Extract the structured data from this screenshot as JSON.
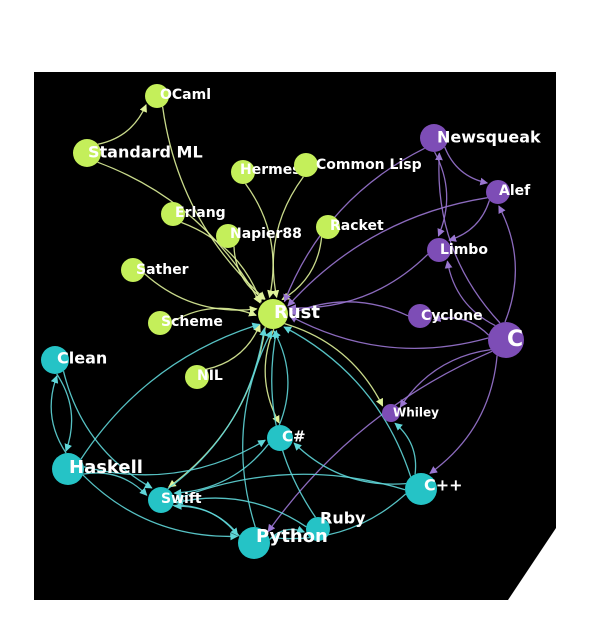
{
  "colors": {
    "background": "#000000",
    "page": "#ffffff",
    "lime": "#c4ef5a",
    "teal": "#25c3c6",
    "purple": "#7d4db6",
    "edge_lime": "#dff29a",
    "edge_teal": "#5fd6d8",
    "edge_purple": "#9a76d1",
    "label": "#ffffff"
  },
  "nodes": [
    {
      "id": "ocaml",
      "label": "OCaml",
      "group": "lime"
    },
    {
      "id": "standard-ml",
      "label": "Standard ML",
      "group": "lime"
    },
    {
      "id": "hermes",
      "label": "Hermes",
      "group": "lime"
    },
    {
      "id": "common-lisp",
      "label": "Common Lisp",
      "group": "lime"
    },
    {
      "id": "erlang",
      "label": "Erlang",
      "group": "lime"
    },
    {
      "id": "napier88",
      "label": "Napier88",
      "group": "lime"
    },
    {
      "id": "racket",
      "label": "Racket",
      "group": "lime"
    },
    {
      "id": "sather",
      "label": "Sather",
      "group": "lime"
    },
    {
      "id": "rust",
      "label": "Rust",
      "group": "lime"
    },
    {
      "id": "scheme",
      "label": "Scheme",
      "group": "lime"
    },
    {
      "id": "nil",
      "label": "NIL",
      "group": "lime"
    },
    {
      "id": "newsqueak",
      "label": "Newsqueak",
      "group": "purple"
    },
    {
      "id": "alef",
      "label": "Alef",
      "group": "purple"
    },
    {
      "id": "limbo",
      "label": "Limbo",
      "group": "purple"
    },
    {
      "id": "cyclone",
      "label": "Cyclone",
      "group": "purple"
    },
    {
      "id": "c",
      "label": "C",
      "group": "purple"
    },
    {
      "id": "whiley",
      "label": "Whiley",
      "group": "purple"
    },
    {
      "id": "clean",
      "label": "Clean",
      "group": "teal"
    },
    {
      "id": "haskell",
      "label": "Haskell",
      "group": "teal"
    },
    {
      "id": "csharp",
      "label": "C#",
      "group": "teal"
    },
    {
      "id": "swift",
      "label": "Swift",
      "group": "teal"
    },
    {
      "id": "cpp",
      "label": "C++",
      "group": "teal"
    },
    {
      "id": "ruby",
      "label": "Ruby",
      "group": "teal"
    },
    {
      "id": "python",
      "label": "Python",
      "group": "teal"
    }
  ],
  "edges": [
    {
      "from": "standard-ml",
      "to": "ocaml",
      "group": "lime"
    },
    {
      "from": "standard-ml",
      "to": "rust",
      "group": "lime"
    },
    {
      "from": "ocaml",
      "to": "rust",
      "group": "lime"
    },
    {
      "from": "hermes",
      "to": "rust",
      "group": "lime"
    },
    {
      "from": "common-lisp",
      "to": "rust",
      "group": "lime"
    },
    {
      "from": "erlang",
      "to": "rust",
      "group": "lime"
    },
    {
      "from": "napier88",
      "to": "rust",
      "group": "lime"
    },
    {
      "from": "racket",
      "to": "rust",
      "group": "lime"
    },
    {
      "from": "sather",
      "to": "rust",
      "group": "lime"
    },
    {
      "from": "scheme",
      "to": "rust",
      "group": "lime"
    },
    {
      "from": "nil",
      "to": "rust",
      "group": "lime"
    },
    {
      "from": "rust",
      "to": "whiley",
      "group": "lime"
    },
    {
      "from": "rust",
      "to": "csharp",
      "group": "lime"
    },
    {
      "from": "rust",
      "to": "swift",
      "group": "lime"
    },
    {
      "from": "newsqueak",
      "to": "alef",
      "group": "purple"
    },
    {
      "from": "newsqueak",
      "to": "limbo",
      "group": "purple"
    },
    {
      "from": "newsqueak",
      "to": "rust",
      "group": "purple"
    },
    {
      "from": "alef",
      "to": "limbo",
      "group": "purple"
    },
    {
      "from": "alef",
      "to": "rust",
      "group": "purple"
    },
    {
      "from": "limbo",
      "to": "rust",
      "group": "purple"
    },
    {
      "from": "cyclone",
      "to": "rust",
      "group": "purple"
    },
    {
      "from": "c",
      "to": "newsqueak",
      "group": "purple"
    },
    {
      "from": "c",
      "to": "alef",
      "group": "purple"
    },
    {
      "from": "c",
      "to": "limbo",
      "group": "purple"
    },
    {
      "from": "c",
      "to": "cyclone",
      "group": "purple"
    },
    {
      "from": "c",
      "to": "rust",
      "group": "purple"
    },
    {
      "from": "c",
      "to": "whiley",
      "group": "purple"
    },
    {
      "from": "c",
      "to": "cpp",
      "group": "purple"
    },
    {
      "from": "c",
      "to": "python",
      "group": "purple"
    },
    {
      "from": "clean",
      "to": "haskell",
      "group": "teal"
    },
    {
      "from": "clean",
      "to": "swift",
      "group": "teal"
    },
    {
      "from": "haskell",
      "to": "rust",
      "group": "teal"
    },
    {
      "from": "haskell",
      "to": "csharp",
      "group": "teal"
    },
    {
      "from": "haskell",
      "to": "swift",
      "group": "teal"
    },
    {
      "from": "haskell",
      "to": "python",
      "group": "teal"
    },
    {
      "from": "haskell",
      "to": "clean",
      "group": "teal"
    },
    {
      "from": "csharp",
      "to": "rust",
      "group": "teal"
    },
    {
      "from": "csharp",
      "to": "swift",
      "group": "teal"
    },
    {
      "from": "swift",
      "to": "rust",
      "group": "teal"
    },
    {
      "from": "swift",
      "to": "python",
      "group": "teal"
    },
    {
      "from": "cpp",
      "to": "rust",
      "group": "teal"
    },
    {
      "from": "cpp",
      "to": "csharp",
      "group": "teal"
    },
    {
      "from": "cpp",
      "to": "swift",
      "group": "teal"
    },
    {
      "from": "cpp",
      "to": "python",
      "group": "teal"
    },
    {
      "from": "cpp",
      "to": "whiley",
      "group": "teal"
    },
    {
      "from": "ruby",
      "to": "rust",
      "group": "teal"
    },
    {
      "from": "ruby",
      "to": "swift",
      "group": "teal"
    },
    {
      "from": "python",
      "to": "rust",
      "group": "teal"
    },
    {
      "from": "python",
      "to": "swift",
      "group": "teal"
    },
    {
      "from": "python",
      "to": "ruby",
      "group": "teal"
    }
  ]
}
